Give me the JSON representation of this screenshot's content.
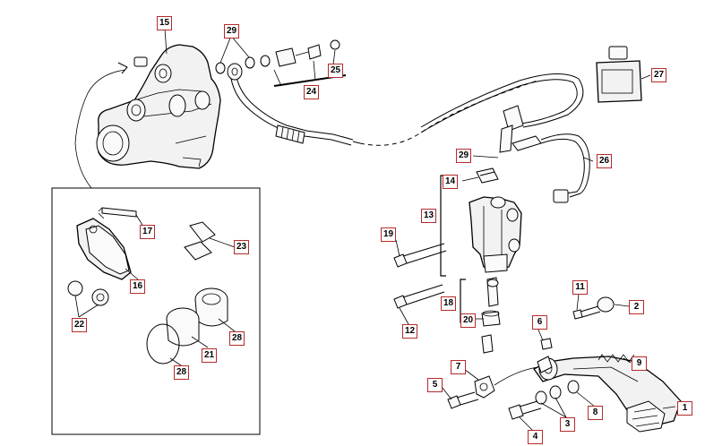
{
  "callouts": {
    "c1": "1",
    "c2": "2",
    "c3": "3",
    "c4": "4",
    "c5": "5",
    "c6": "6",
    "c7": "7",
    "c8": "8",
    "c9": "9",
    "c11": "11",
    "c12": "12",
    "c13": "13",
    "c14": "14",
    "c15": "15",
    "c16": "16",
    "c17": "17",
    "c18": "18",
    "c19": "19",
    "c20": "20",
    "c21": "21",
    "c22": "22",
    "c23": "23",
    "c24": "24",
    "c25": "25",
    "c26": "26",
    "c27": "27",
    "c28a": "28",
    "c28b": "28",
    "c29a": "29",
    "c29b": "29"
  },
  "colors": {
    "callout_border": "#b52a2a",
    "line": "#000000",
    "fill": "#f2f2f2"
  }
}
